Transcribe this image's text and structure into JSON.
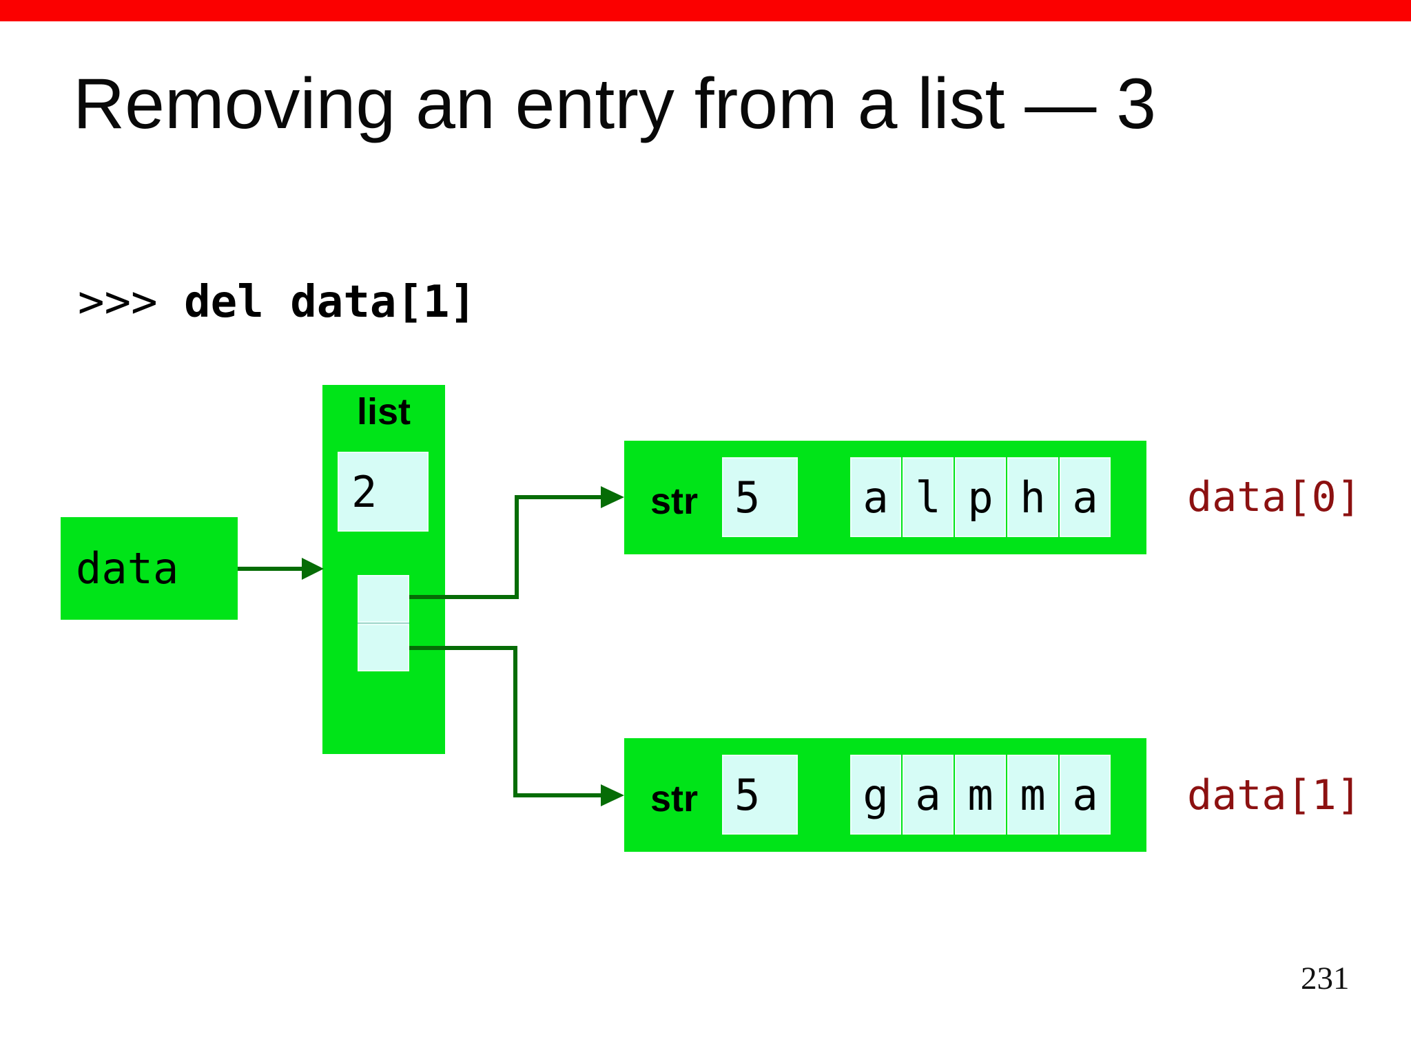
{
  "title": "Removing an entry from a list — 3",
  "code": {
    "prompt": ">>> ",
    "command": "del data[1]"
  },
  "diagram": {
    "variable_box": {
      "label": "data"
    },
    "list_box": {
      "type_label": "list",
      "length_value": "2"
    },
    "str_alpha": {
      "type_label": "str",
      "length_value": "5",
      "chars": [
        "a",
        "l",
        "p",
        "h",
        "a"
      ],
      "ref_label": "data[0]"
    },
    "str_gamma": {
      "type_label": "str",
      "length_value": "5",
      "chars": [
        "g",
        "a",
        "m",
        "m",
        "a"
      ],
      "ref_label": "data[1]"
    },
    "colors": {
      "box_green": "#00e418",
      "arrow_green": "#066c06",
      "cell_cyan": "#d6fcf6",
      "ref_red": "#8c1111",
      "top_bar_red": "#fb0000"
    }
  },
  "page_number": "231"
}
